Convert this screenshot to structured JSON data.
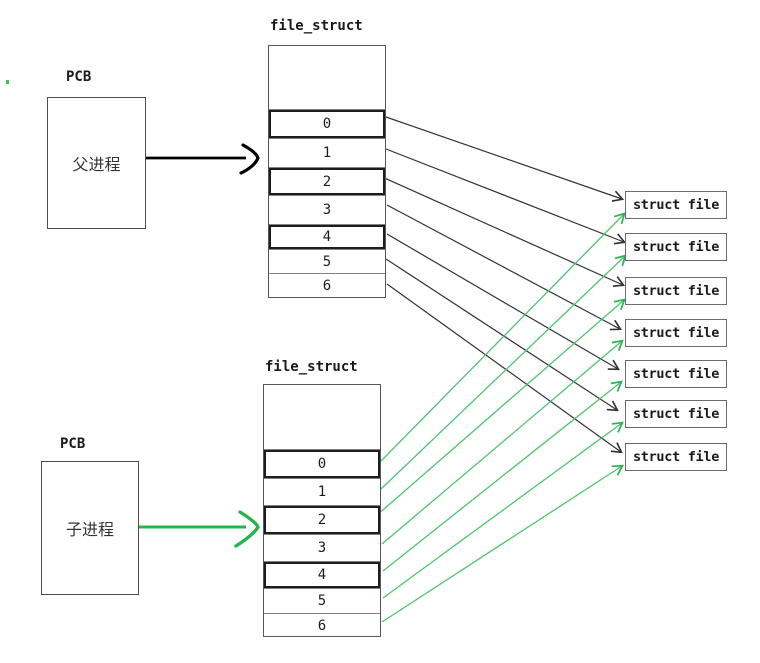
{
  "diagram": {
    "parent": {
      "pcb_label": "PCB",
      "process_name": "父进程"
    },
    "child": {
      "pcb_label": "PCB",
      "process_name": "子进程"
    },
    "parent_table": {
      "title": "file_struct",
      "rows": [
        "",
        "0",
        "1",
        "2",
        "3",
        "4",
        "5",
        "6"
      ]
    },
    "child_table": {
      "title": "file_struct",
      "rows": [
        "",
        "0",
        "1",
        "2",
        "3",
        "4",
        "5",
        "6"
      ]
    },
    "file_boxes": [
      {
        "label": "struct file"
      },
      {
        "label": "struct file"
      },
      {
        "label": "struct file"
      },
      {
        "label": "struct file"
      },
      {
        "label": "struct file"
      },
      {
        "label": "struct file"
      },
      {
        "label": "struct file"
      }
    ],
    "colors": {
      "parent_arrow": "#000000",
      "child_arrow": "#26b44f",
      "parent_link_line": "#333333",
      "child_link_line": "#4cc46e",
      "table_border": "#575757",
      "highlight_border": "#1d1d1d"
    }
  }
}
